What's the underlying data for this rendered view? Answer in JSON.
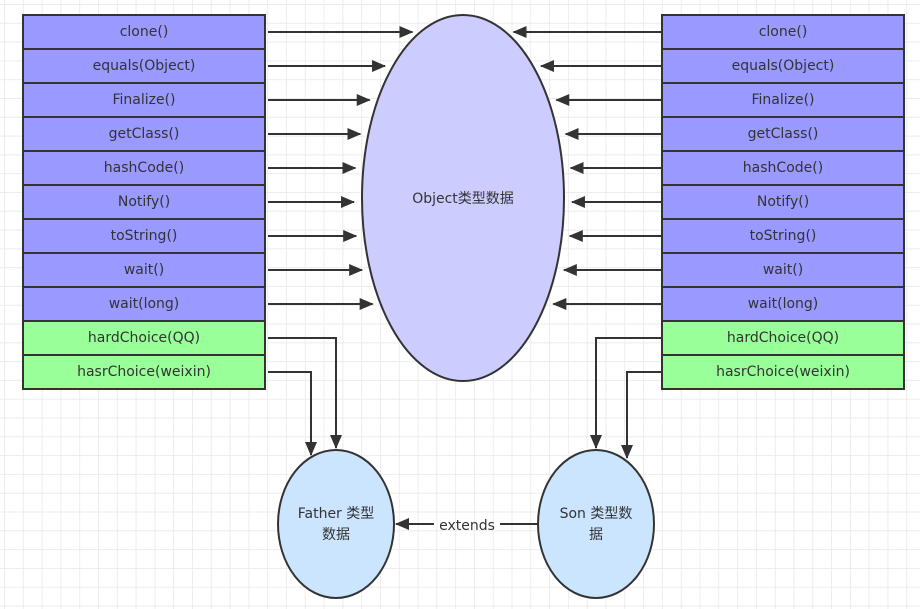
{
  "diagram": {
    "object_node": {
      "label": "Object类型数据",
      "fill": "#ccccff"
    },
    "father_node": {
      "label_line1": "Father 类型",
      "label_line2": "数据",
      "fill": "#cce5ff"
    },
    "son_node": {
      "label_line1": "Son 类型数",
      "label_line2": "据",
      "fill": "#cce5ff"
    },
    "extends_edge": {
      "label": "extends"
    },
    "colors": {
      "method_fill": "#9999ff",
      "custom_fill": "#99ff99",
      "stroke": "#333333"
    },
    "left_table": {
      "rows": [
        {
          "label": "clone()",
          "kind": "object"
        },
        {
          "label": "equals(Object)",
          "kind": "object"
        },
        {
          "label": "Finalize()",
          "kind": "object"
        },
        {
          "label": "getClass()",
          "kind": "object"
        },
        {
          "label": "hashCode()",
          "kind": "object"
        },
        {
          "label": "Notify()",
          "kind": "object"
        },
        {
          "label": "toString()",
          "kind": "object"
        },
        {
          "label": "wait()",
          "kind": "object"
        },
        {
          "label": "wait(long)",
          "kind": "object"
        },
        {
          "label": "hardChoice(QQ)",
          "kind": "custom"
        },
        {
          "label": "hasrChoice(weixin)",
          "kind": "custom"
        }
      ]
    },
    "right_table": {
      "rows": [
        {
          "label": "clone()",
          "kind": "object"
        },
        {
          "label": "equals(Object)",
          "kind": "object"
        },
        {
          "label": "Finalize()",
          "kind": "object"
        },
        {
          "label": "getClass()",
          "kind": "object"
        },
        {
          "label": "hashCode()",
          "kind": "object"
        },
        {
          "label": "Notify()",
          "kind": "object"
        },
        {
          "label": "toString()",
          "kind": "object"
        },
        {
          "label": "wait()",
          "kind": "object"
        },
        {
          "label": "wait(long)",
          "kind": "object"
        },
        {
          "label": "hardChoice(QQ)",
          "kind": "custom"
        },
        {
          "label": "hasrChoice(weixin)",
          "kind": "custom"
        }
      ]
    }
  }
}
